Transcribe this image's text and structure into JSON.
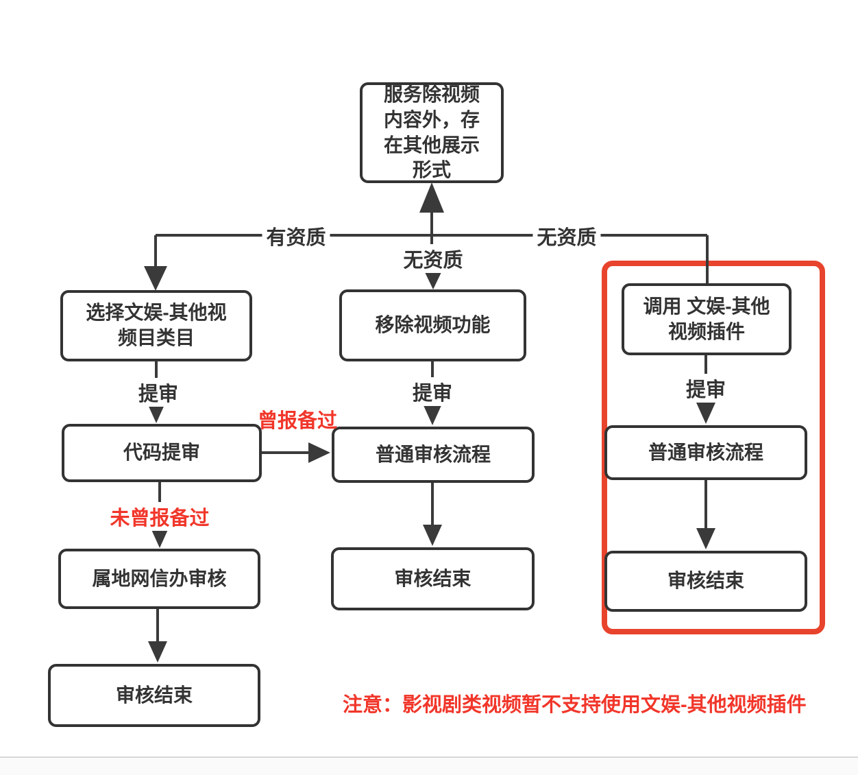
{
  "nodes": {
    "condition": {
      "label": "服务除视频\n内容外，存\n在其他展示\n形式"
    },
    "select_category": {
      "label": "选择文娱-其他视\n频目类目"
    },
    "remove_video": {
      "label": "移除视频功能"
    },
    "use_plugin": {
      "label": "调用 文娱-其他\n视频插件"
    },
    "code_review": {
      "label": "代码提审"
    },
    "normal_review_mid": {
      "label": "普通审核流程"
    },
    "normal_review_right": {
      "label": "普通审核流程"
    },
    "local_cac_review": {
      "label": "属地网信办审核"
    },
    "review_end_left": {
      "label": "审核结束"
    },
    "review_end_mid": {
      "label": "审核结束"
    },
    "review_end_right": {
      "label": "审核结束"
    }
  },
  "edge_labels": {
    "qualified": "有资质",
    "unqualified_mid": "无资质",
    "unqualified_right": "无资质",
    "submit_left": "提审",
    "submit_mid": "提审",
    "submit_right": "提审",
    "reported_before": "曾报备过",
    "not_reported_before": "未曾报备过"
  },
  "note": "注意：影视剧类视频暂不支持使用文娱-其他视频插件",
  "colors": {
    "line": "#3a3a3a",
    "box_border": "#333333",
    "highlight_frame_red": "#e8432c",
    "red_text": "#f1362a",
    "bottom_bar_bg": "#fafafa"
  }
}
